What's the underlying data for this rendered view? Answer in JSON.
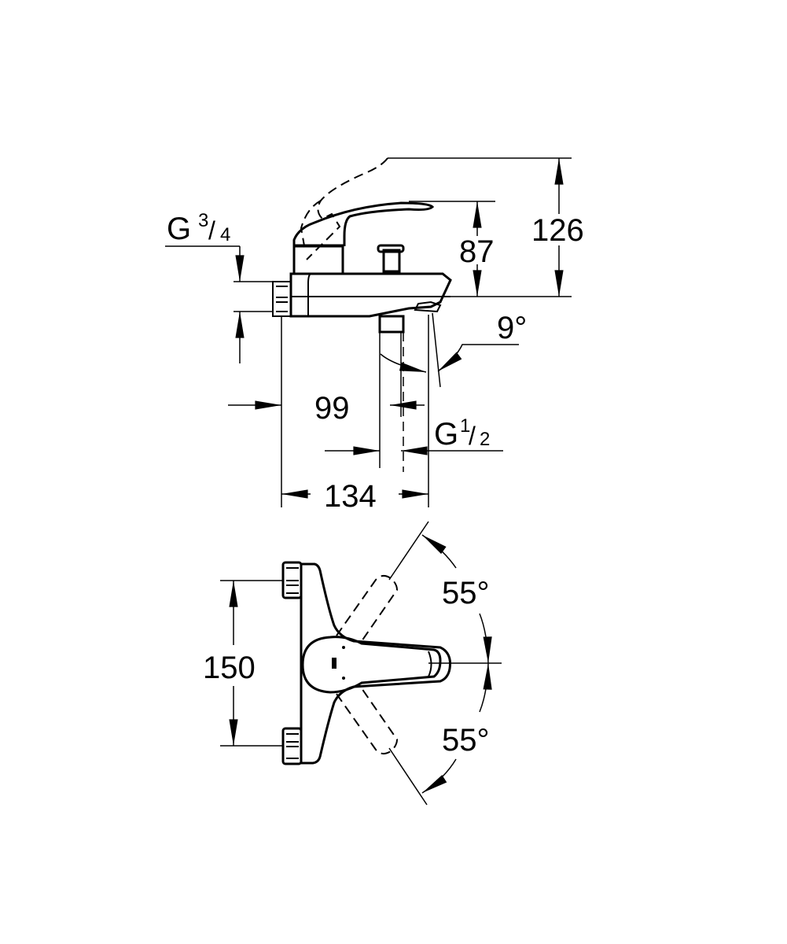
{
  "drawing": {
    "side_view": {
      "dim_total_height": "126",
      "dim_lever_height": "87",
      "dim_outlet_angle": "9°",
      "dim_projection": "99",
      "dim_overall_depth": "134",
      "inlet_thread": {
        "prefix": "G",
        "num": "3",
        "den": "4"
      },
      "outlet_thread": {
        "prefix": "G",
        "num": "1",
        "den": "2"
      }
    },
    "top_view": {
      "dim_center_distance": "150",
      "dim_angle_upper": "55°",
      "dim_angle_lower": "55°"
    }
  }
}
